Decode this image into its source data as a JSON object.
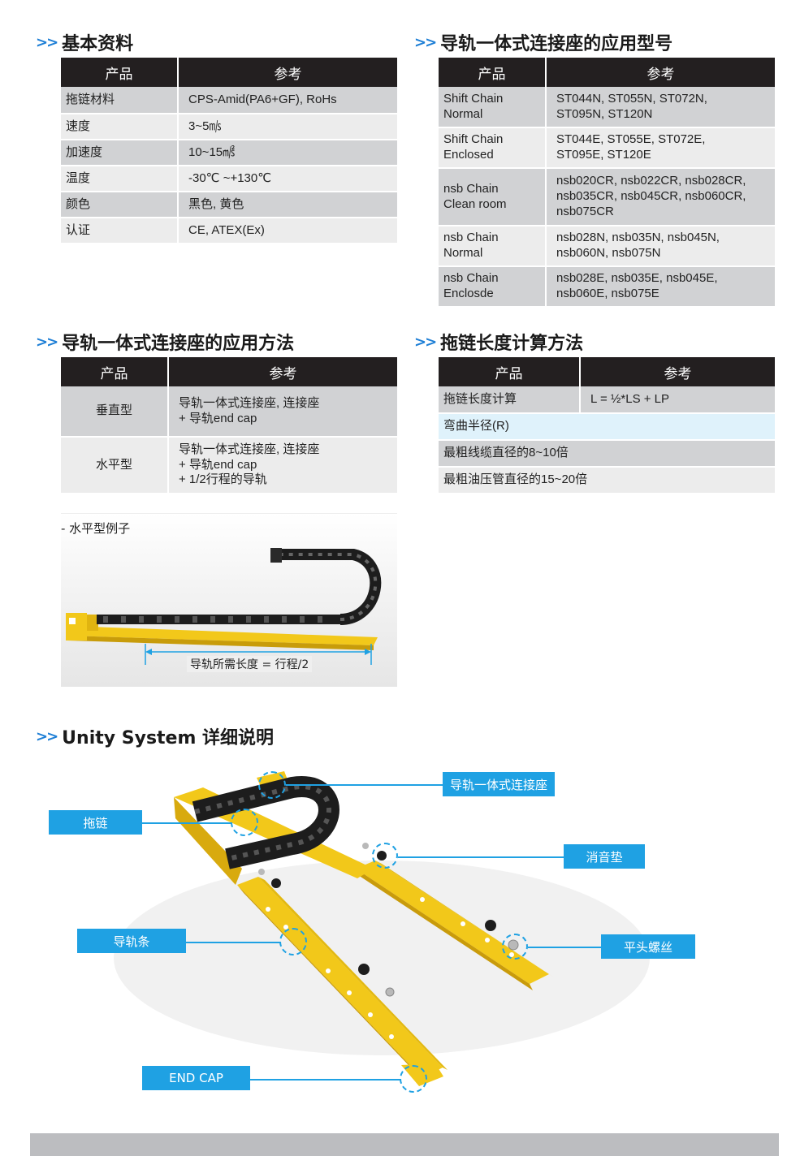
{
  "basic": {
    "title": "基本资料",
    "headers": [
      "产品",
      "参考"
    ],
    "rows": [
      [
        "拖链材料",
        "CPS-Amid(PA6+GF), RoHs"
      ],
      [
        "速度",
        "3~5㎧"
      ],
      [
        "加速度",
        "10~15㎨"
      ],
      [
        "温度",
        "-30℃ ~+130℃"
      ],
      [
        "颜色",
        "黑色, 黄色"
      ],
      [
        "认证",
        "CE, ATEX(Ex)"
      ]
    ]
  },
  "models": {
    "title": "导轨一体式连接座的应用型号",
    "headers": [
      "产品",
      "参考"
    ],
    "rows": [
      [
        "Shift Chain\nNormal",
        "ST044N, ST055N, ST072N,\nST095N, ST120N"
      ],
      [
        "Shift Chain\nEnclosed",
        "ST044E, ST055E, ST072E,\nST095E, ST120E"
      ],
      [
        "nsb Chain\nClean room",
        "nsb020CR, nsb022CR, nsb028CR,\nnsb035CR, nsb045CR, nsb060CR,\nnsb075CR"
      ],
      [
        "nsb Chain\nNormal",
        "nsb028N, nsb035N, nsb045N,\nnsb060N, nsb075N"
      ],
      [
        "nsb Chain\nEnclosde",
        "nsb028E, nsb035E, nsb045E,\nnsb060E, nsb075E"
      ]
    ]
  },
  "method": {
    "title": "导轨一体式连接座的应用方法",
    "headers": [
      "产品",
      "参考"
    ],
    "rows": [
      [
        "垂直型",
        "导轨一体式连接座, 连接座\n+ 导轨end cap"
      ],
      [
        "水平型",
        "导轨一体式连接座, 连接座\n+ 导轨end cap\n+ 1/2行程的导轨"
      ]
    ]
  },
  "length": {
    "title": "拖链长度计算方法",
    "headers": [
      "产品",
      "参考"
    ],
    "row1": [
      "拖链长度计算",
      "L = ½*LS + LP"
    ],
    "row2": "弯曲半径(R)",
    "row3": "最粗线缆直径的8~10倍",
    "row4": "最粗油压管直径的15~20倍"
  },
  "example": {
    "label": "- 水平型例子",
    "dimension": "导轨所需长度 = 行程/2"
  },
  "unity": {
    "title": "Unity System 详细说明",
    "callouts": {
      "connector": "导轨一体式连接座",
      "chain": "拖链",
      "pad": "消音垫",
      "rail": "导轨条",
      "screw": "平头螺丝",
      "endcap": "END CAP"
    }
  },
  "colors": {
    "accent": "#1fa1e3",
    "chevron": "#1e7fd6",
    "header_bg": "#231f20",
    "row_dark": "#d1d2d4",
    "row_light": "#ececec",
    "rail_yellow": "#f2c81a"
  }
}
